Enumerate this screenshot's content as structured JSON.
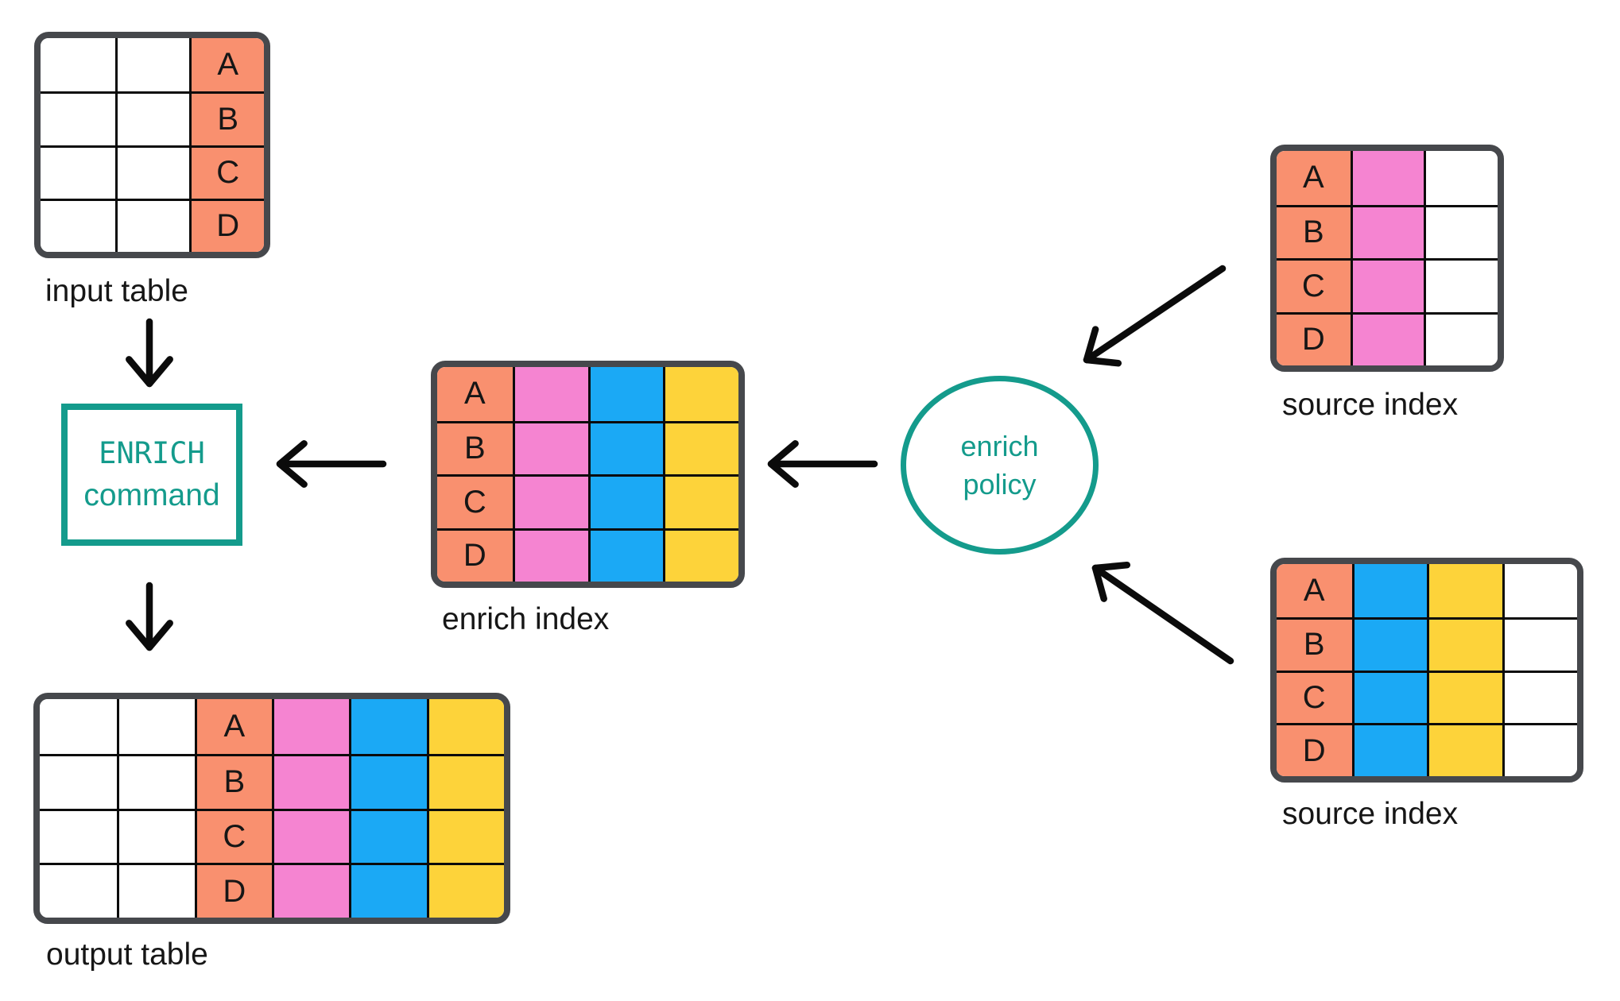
{
  "colors": {
    "background": "#FFFFFF",
    "white": "#FFFFFF",
    "salmon": "#F9906F",
    "pink": "#F584D1",
    "blue": "#1BA9F5",
    "yellow": "#FDD33A",
    "teal": "#149B8C",
    "table_border": "#46484C",
    "grid_line": "#0B0B0B",
    "arrow": "#0B0B0B",
    "text": "#161616"
  },
  "diagram": {
    "input_table": {
      "label": "input table",
      "row_keys": [
        "A",
        "B",
        "C",
        "D"
      ],
      "columns": [
        {
          "color": "white"
        },
        {
          "color": "white"
        },
        {
          "color": "salmon",
          "letters": true
        }
      ]
    },
    "enrich_command": {
      "line1": "ENRICH",
      "line2": "command"
    },
    "output_table": {
      "label": "output table",
      "row_keys": [
        "A",
        "B",
        "C",
        "D"
      ],
      "columns": [
        {
          "color": "white"
        },
        {
          "color": "white"
        },
        {
          "color": "salmon",
          "letters": true
        },
        {
          "color": "pink"
        },
        {
          "color": "blue"
        },
        {
          "color": "yellow"
        }
      ]
    },
    "enrich_index": {
      "label": "enrich index",
      "row_keys": [
        "A",
        "B",
        "C",
        "D"
      ],
      "columns": [
        {
          "color": "salmon",
          "letters": true
        },
        {
          "color": "pink"
        },
        {
          "color": "blue"
        },
        {
          "color": "yellow"
        }
      ]
    },
    "enrich_policy": {
      "line1": "enrich",
      "line2": "policy"
    },
    "source_index_top": {
      "label": "source index",
      "row_keys": [
        "A",
        "B",
        "C",
        "D"
      ],
      "columns": [
        {
          "color": "salmon",
          "letters": true
        },
        {
          "color": "pink"
        },
        {
          "color": "white"
        }
      ]
    },
    "source_index_bottom": {
      "label": "source index",
      "row_keys": [
        "A",
        "B",
        "C",
        "D"
      ],
      "columns": [
        {
          "color": "salmon",
          "letters": true
        },
        {
          "color": "blue"
        },
        {
          "color": "yellow"
        },
        {
          "color": "white"
        }
      ]
    }
  }
}
